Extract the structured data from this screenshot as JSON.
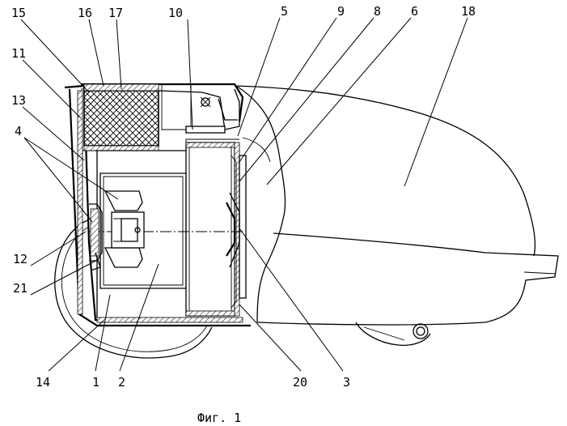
{
  "figure": {
    "caption": "Фиг. 1",
    "labels": [
      {
        "id": "15",
        "text": "15"
      },
      {
        "id": "16",
        "text": "16"
      },
      {
        "id": "17",
        "text": "17"
      },
      {
        "id": "10",
        "text": "10"
      },
      {
        "id": "5",
        "text": "5"
      },
      {
        "id": "9",
        "text": "9"
      },
      {
        "id": "8",
        "text": "8"
      },
      {
        "id": "6",
        "text": "6"
      },
      {
        "id": "18",
        "text": "18"
      },
      {
        "id": "11",
        "text": "11"
      },
      {
        "id": "13",
        "text": "13"
      },
      {
        "id": "4",
        "text": "4"
      },
      {
        "id": "12",
        "text": "12"
      },
      {
        "id": "21",
        "text": "21"
      },
      {
        "id": "14",
        "text": "14"
      },
      {
        "id": "1",
        "text": "1"
      },
      {
        "id": "2",
        "text": "2"
      },
      {
        "id": "20",
        "text": "20"
      },
      {
        "id": "3",
        "text": "3"
      }
    ]
  }
}
